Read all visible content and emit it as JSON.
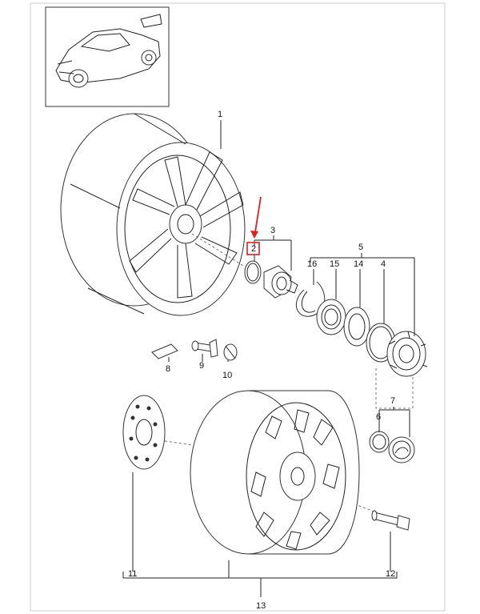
{
  "diagram": {
    "highlight_color": "#e02020",
    "highlighted_part": "2",
    "callouts": {
      "p1": "1",
      "p2": "2",
      "p3": "3",
      "p4": "4",
      "p5": "5",
      "p6": "6",
      "p7": "7",
      "p8": "8",
      "p9": "9",
      "p10": "10",
      "p11": "11",
      "p12": "12",
      "p13": "13",
      "p14": "14",
      "p15": "15",
      "p16": "16"
    }
  }
}
